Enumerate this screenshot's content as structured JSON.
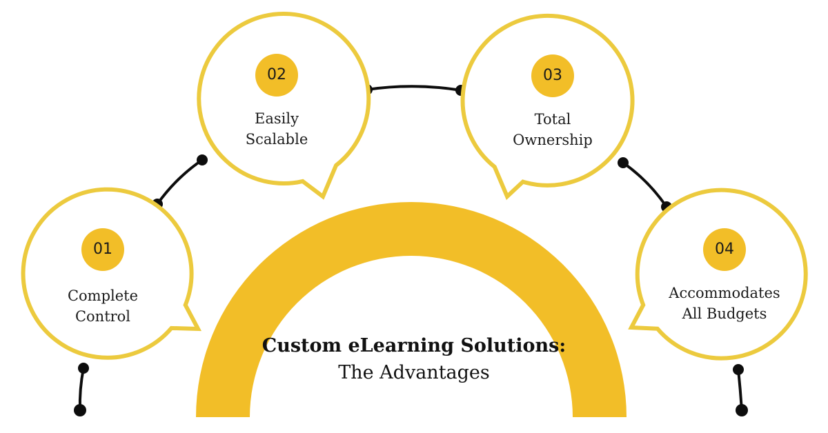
{
  "title": {
    "bold": "Custom eLearning Solutions:",
    "rest": "The Advantages"
  },
  "items": [
    {
      "number": "01",
      "line1": "Complete",
      "line2": "Control"
    },
    {
      "number": "02",
      "line1": "Easily",
      "line2": "Scalable"
    },
    {
      "number": "03",
      "line1": "Total",
      "line2": "Ownership"
    },
    {
      "number": "04",
      "line1": "Accommodates",
      "line2": "All Budgets"
    }
  ],
  "colors": {
    "accent": "#f2be28",
    "ring": "#ecca3e",
    "connector": "#0d0d0d"
  }
}
